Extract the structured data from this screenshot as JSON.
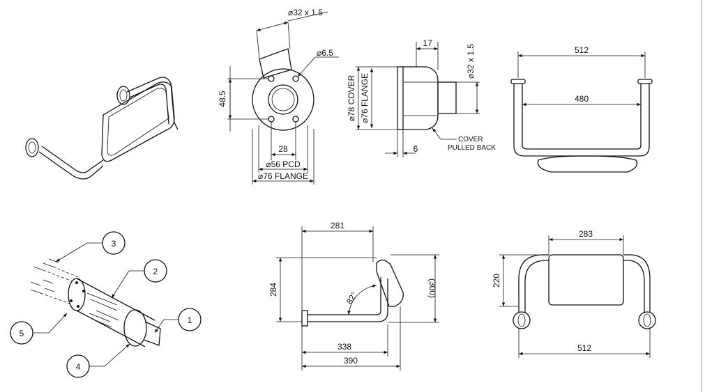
{
  "views": {
    "flange_detail": {
      "tube": "⌀32 x 1.5",
      "hole": "⌀6.5",
      "vertical": "48.5",
      "inner_spacing": "28",
      "pcd": "⌀56 PCD",
      "flange": "⌀76 FLANGE"
    },
    "side_section": {
      "top_offset": "17",
      "tube": "⌀32 x 1.5",
      "cover": "⌀78 COVER",
      "flange": "⌀76 FLANGE",
      "bottom_offset": "6",
      "note_line1": "COVER",
      "note_line2": "PULLED BACK"
    },
    "top_view": {
      "outer": "512",
      "inner": "480"
    },
    "side_view": {
      "top_width": "281",
      "height": "284",
      "height_ref": "(300)",
      "angle": "82°",
      "bottom_inner": "338",
      "bottom_outer": "390"
    },
    "front_view": {
      "pad_width": "283",
      "height": "220",
      "base_width": "512"
    }
  },
  "parts": [
    {
      "number": "1"
    },
    {
      "number": "2"
    },
    {
      "number": "3"
    },
    {
      "number": "4"
    },
    {
      "number": "5"
    }
  ]
}
